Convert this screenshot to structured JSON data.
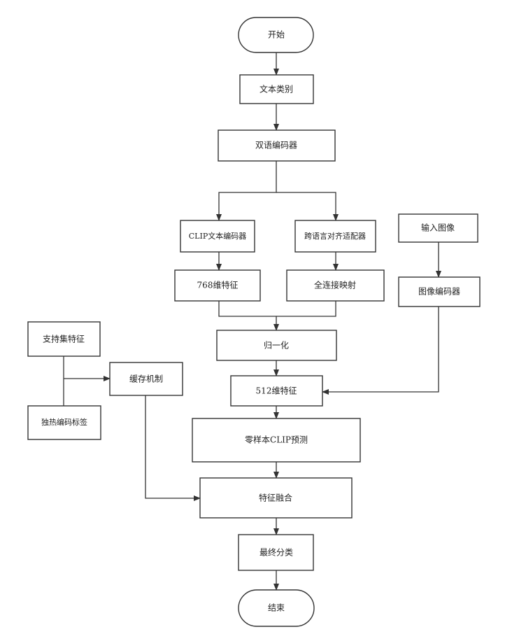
{
  "nodes": {
    "start": "开始",
    "text_input": "文本类别",
    "text_encoder": "双语编码器",
    "clip_text_encoder": "CLIP文本编码器",
    "cross_lingual_adapter": "跨语言对齐适配器",
    "feat_768": "768维特征",
    "full_connection_map": "全连接映射",
    "input_image": "输入图像",
    "image_encoder": "图像编码器",
    "normalize": "归一化",
    "feat_512": "512维特征",
    "support_features": "支持集特征",
    "cache_mechanism": "缓存机制",
    "onehot_labels": "独热编码标签",
    "zero_shot_clip": "零样本CLIP预测",
    "feature_fusion": "特征融合",
    "final_classification": "最终分类",
    "end": "结束"
  }
}
